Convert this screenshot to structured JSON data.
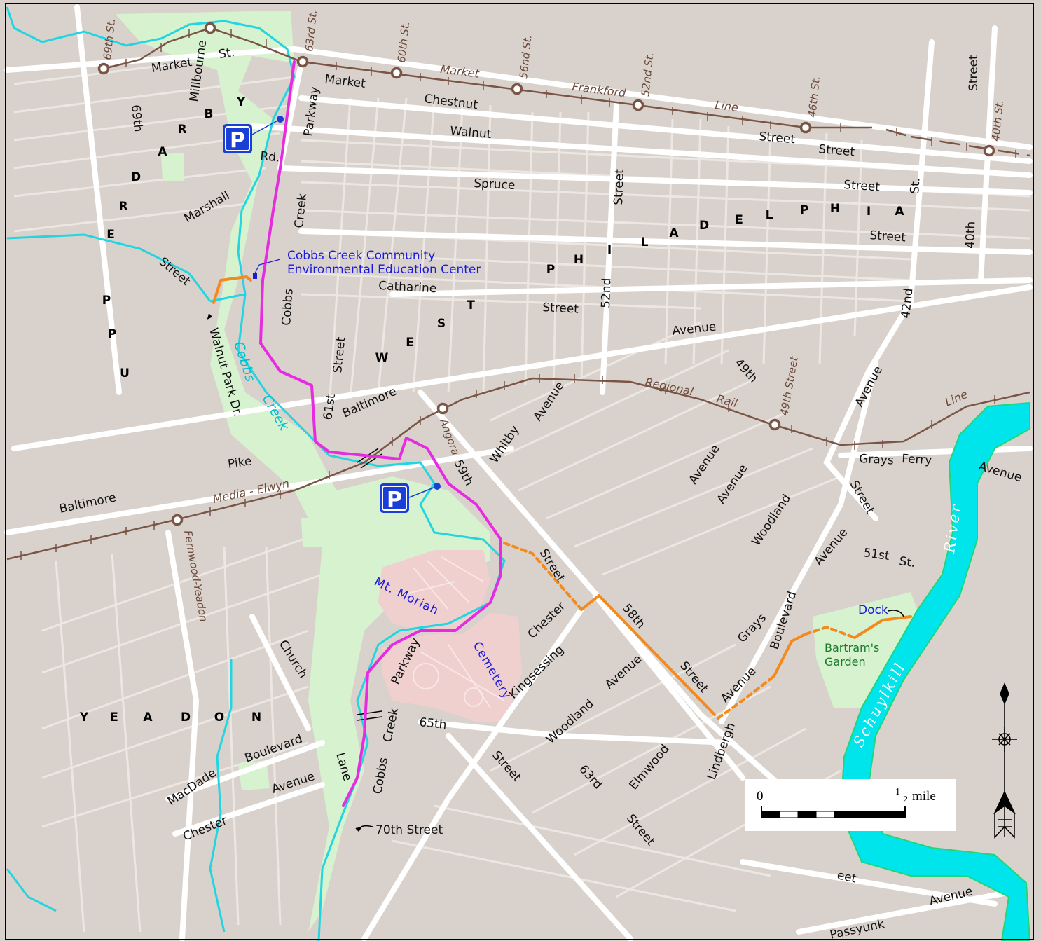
{
  "colors": {
    "background": "#d9d2cc",
    "street": "#ffffff",
    "park": "#d6f2cf",
    "cemetery": "#f0cfcf",
    "creek": "#22d5e0",
    "river": "#00e4ec",
    "trail_existing": "#e62be0",
    "trail_planned": "#f28a1e",
    "rail": "#7a5545",
    "parking": "#1a3fd6",
    "label_blue": "#1a1adb"
  },
  "areas": {
    "upper_darby_letters": [
      "U",
      "P",
      "P",
      "E",
      "R",
      "D",
      "A",
      "R",
      "B",
      "Y"
    ],
    "west_letters": [
      "W",
      "E",
      "S",
      "T"
    ],
    "philadelphia_letters": [
      "P",
      "H",
      "I",
      "L",
      "A",
      "D",
      "E",
      "L",
      "P",
      "H",
      "I",
      "A"
    ],
    "yeadon_letters": [
      "Y",
      "E",
      "A",
      "D",
      "O",
      "N"
    ]
  },
  "streets": {
    "market_1": "Market",
    "st": "St.",
    "market_2": "Market",
    "chestnut": "Chestnut",
    "walnut": "Walnut",
    "spruce": "Spruce",
    "catharine": "Catharine",
    "street_a": "Street",
    "street_b": "Street",
    "street_c": "Street",
    "street_d": "Street",
    "street_e": "Street",
    "street_f": "Street",
    "street_g": "Street",
    "street_h": "Street",
    "street_i": "Street",
    "street_j": "Street",
    "street_k": "Street",
    "st2": "St.",
    "millbourne": "Millbourne",
    "s69th": "69th",
    "rd": "Rd.",
    "marshall": "Marshall",
    "parkway_1": "Parkway",
    "creek_1": "Creek",
    "cobbs_1": "Cobbs",
    "n52nd_a": "52nd",
    "n52nd_street": "Street",
    "forty_second": "42nd",
    "fortieth": "40th",
    "avenue_a": "Avenue",
    "forty_ninth": "49th",
    "avenue_b": "Avenue",
    "baltimore_1": "Baltimore",
    "sixty_first": "61st",
    "street_61": "Street",
    "whitby": "Whitby",
    "avenue_c": "Avenue",
    "pike": "Pike",
    "baltimore_2": "Baltimore",
    "fifty_ninth": "59th",
    "avenue_d": "Avenue",
    "avenue_e": "Avenue",
    "woodland_1": "Woodland",
    "grays_ferry": "Grays",
    "ferry": "Ferry",
    "avenue_f": "Avenue",
    "avenue_g": "Avenue",
    "fifty_first": "51st",
    "st3": "St.",
    "chester_1": "Chester",
    "kingsessing": "Kingsessing",
    "fifty_eighth": "58th",
    "grays_2": "Grays",
    "boulevard_1": "Boulevard",
    "avenue_h": "Avenue",
    "woodland_2": "Woodland",
    "avenue_i": "Avenue",
    "parkway_2": "Parkway",
    "church": "Church",
    "sixty_fifth": "65th",
    "boulevard_2": "Boulevard",
    "macdade": "MacDade",
    "avenue_j": "Avenue",
    "chester_2": "Chester",
    "lane": "Lane",
    "creek_2": "Creek",
    "cobbs_2": "Cobbs",
    "street_65": "Street",
    "sixty_third": "63rd",
    "elmwood": "Elmwood",
    "lindbergh": "Lindbergh",
    "street_l": "Street",
    "avenue_k": "Avenue",
    "passyunk": "Passyunk",
    "eet": "eet",
    "seventieth": "70th Street",
    "walnut_park": "Walnut Park Dr."
  },
  "rail": {
    "market_frankford_1": "Market",
    "market_frankford_2": "Frankford",
    "market_frankford_3": "Line",
    "regional_1": "Regional",
    "regional_2": "Rail",
    "regional_3": "Line",
    "media_elwyn": "Media - Elwyn"
  },
  "stations": {
    "s69": "69th St.",
    "s63": "63rd St.",
    "s60": "60th St.",
    "s56": "56nd St.",
    "s52": "52nd St.",
    "s46": "46th St.",
    "s40": "40th St.",
    "angora": "Angora",
    "s49": "49th Street",
    "fernwood": "Fernwood-Yeadon"
  },
  "water": {
    "cobbs": "Cobbs",
    "creek": "Creek",
    "schuylkill": "Schuylkill",
    "river": "River"
  },
  "poi": {
    "env_center_1": "Cobbs Creek Community",
    "env_center_2": "Environmental Education Center",
    "mt_moriah": "Mt. Moriah",
    "cemetery": "Cemetery",
    "bartram_1": "Bartram's",
    "bartram_2": "Garden",
    "dock": "Dock",
    "parking_symbol": "P"
  },
  "scale": {
    "zero": "0",
    "half_num": "1",
    "half_den": "2",
    "unit": "mile"
  }
}
